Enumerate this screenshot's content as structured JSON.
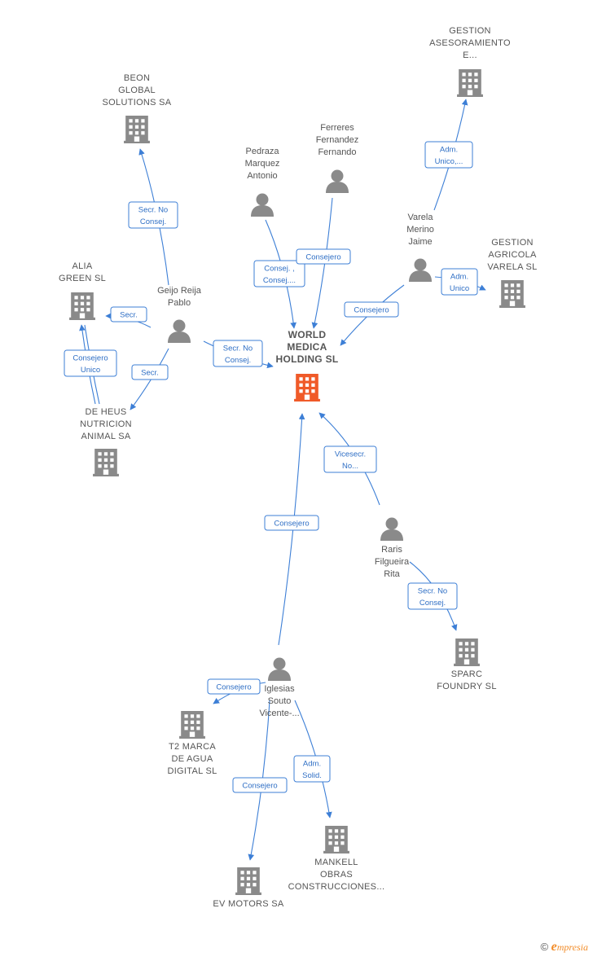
{
  "colors": {
    "edge": "#3d7fd6",
    "node": "#8a8a8a",
    "main": "#f05a28"
  },
  "nodes": [
    {
      "id": "world",
      "type": "company",
      "main": true,
      "label": [
        "WORLD",
        "MEDICA",
        "HOLDING  SL"
      ]
    },
    {
      "id": "beon",
      "type": "company",
      "label": [
        "BEON",
        "GLOBAL",
        "SOLUTIONS SA"
      ]
    },
    {
      "id": "alia",
      "type": "company",
      "label": [
        "ALIA",
        "GREEN SL"
      ]
    },
    {
      "id": "deheus",
      "type": "company",
      "label": [
        "DE HEUS",
        "NUTRICION",
        "ANIMAL SA"
      ]
    },
    {
      "id": "gestase",
      "type": "company",
      "label": [
        "GESTION",
        "ASESORAMIENTO",
        "E..."
      ]
    },
    {
      "id": "gestagr",
      "type": "company",
      "label": [
        "GESTION",
        "AGRICOLA",
        "VARELA  SL"
      ]
    },
    {
      "id": "sparc",
      "type": "company",
      "label": [
        "SPARC",
        "FOUNDRY  SL"
      ]
    },
    {
      "id": "t2",
      "type": "company",
      "label": [
        "T2 MARCA",
        "DE AGUA",
        "DIGITAL  SL"
      ]
    },
    {
      "id": "mankell",
      "type": "company",
      "label": [
        "MANKELL",
        "OBRAS",
        "CONSTRUCCIONES..."
      ]
    },
    {
      "id": "evm",
      "type": "company",
      "label": [
        "EV MOTORS SA"
      ]
    },
    {
      "id": "geijo",
      "type": "person",
      "label": [
        "Geijo Reija",
        "Pablo"
      ]
    },
    {
      "id": "pedraza",
      "type": "person",
      "label": [
        "Pedraza",
        "Marquez",
        "Antonio"
      ]
    },
    {
      "id": "ferreres",
      "type": "person",
      "label": [
        "Ferreres",
        "Fernandez",
        "Fernando"
      ]
    },
    {
      "id": "varela",
      "type": "person",
      "label": [
        "Varela",
        "Merino",
        "Jaime"
      ]
    },
    {
      "id": "raris",
      "type": "person",
      "label": [
        "Raris",
        "Filgueira",
        "Rita"
      ]
    },
    {
      "id": "iglesias",
      "type": "person",
      "label": [
        "Iglesias",
        "Souto",
        "Vicente-..."
      ]
    }
  ],
  "edges": [
    {
      "id": "e1",
      "label": [
        "Secr.  No",
        "Consej."
      ]
    },
    {
      "id": "e2",
      "label": [
        "Secr."
      ]
    },
    {
      "id": "e3",
      "label": [
        "Secr."
      ]
    },
    {
      "id": "e4",
      "label": [
        "Consejero",
        "Unico"
      ]
    },
    {
      "id": "e5",
      "label": [
        "Secr.  No",
        "Consej."
      ]
    },
    {
      "id": "e6",
      "label": [
        "Consej. ,",
        "Consej...."
      ]
    },
    {
      "id": "e7",
      "label": [
        "Consejero"
      ]
    },
    {
      "id": "e8",
      "label": [
        "Adm.",
        "Unico,..."
      ]
    },
    {
      "id": "e9",
      "label": [
        "Adm.",
        "Unico"
      ]
    },
    {
      "id": "e10",
      "label": [
        "Consejero"
      ]
    },
    {
      "id": "e11",
      "label": [
        "Vicesecr.",
        "No..."
      ]
    },
    {
      "id": "e12",
      "label": [
        "Secr.  No",
        "Consej."
      ]
    },
    {
      "id": "e13",
      "label": [
        "Consejero"
      ]
    },
    {
      "id": "e14",
      "label": [
        "Consejero"
      ]
    },
    {
      "id": "e15",
      "label": [
        "Consejero"
      ]
    },
    {
      "id": "e16",
      "label": [
        "Adm.",
        "Solid."
      ]
    }
  ],
  "footer": {
    "copyright": "©",
    "brand_initial": "e",
    "brand_rest": "mpresia"
  }
}
